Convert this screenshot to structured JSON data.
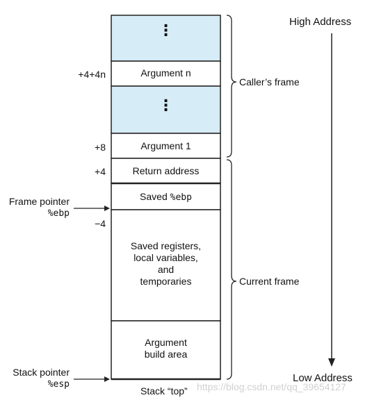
{
  "stack": {
    "cells": [
      {
        "id": "caller-ellipsis-top",
        "text": "⋮",
        "fill": "#d6ecf7"
      },
      {
        "id": "argument-n",
        "text": "Argument n",
        "fill": "#ffffff"
      },
      {
        "id": "caller-ellipsis-mid",
        "text": "⋮",
        "fill": "#d6ecf7"
      },
      {
        "id": "argument-1",
        "text": "Argument 1",
        "fill": "#ffffff"
      },
      {
        "id": "return-address",
        "text": "Return address",
        "fill": "#ffffff"
      },
      {
        "id": "saved-ebp",
        "text_prefix": "Saved ",
        "text_mono": "%ebp",
        "fill": "#ffffff"
      },
      {
        "id": "saved-registers",
        "text_lines": [
          "Saved registers,",
          "local variables,",
          "and",
          "temporaries"
        ],
        "fill": "#ffffff"
      },
      {
        "id": "argument-build-area",
        "text_lines": [
          "Argument",
          "build area"
        ],
        "fill": "#ffffff"
      }
    ]
  },
  "offsets": [
    "+4+4n",
    "+8",
    "+4",
    "−4"
  ],
  "pointers": {
    "frame": {
      "label": "Frame pointer",
      "register": "%ebp"
    },
    "stack": {
      "label": "Stack pointer",
      "register": "%esp"
    }
  },
  "frames": {
    "caller": "Caller’s frame",
    "current": "Current  frame"
  },
  "addresses": {
    "high": "High Address",
    "low": "Low Address"
  },
  "stack_top_label": "Stack “top”",
  "watermark": "https://blog.csdn.net/qq_39654127",
  "colors": {
    "shaded": "#d6ecf7",
    "stroke": "#222222"
  }
}
